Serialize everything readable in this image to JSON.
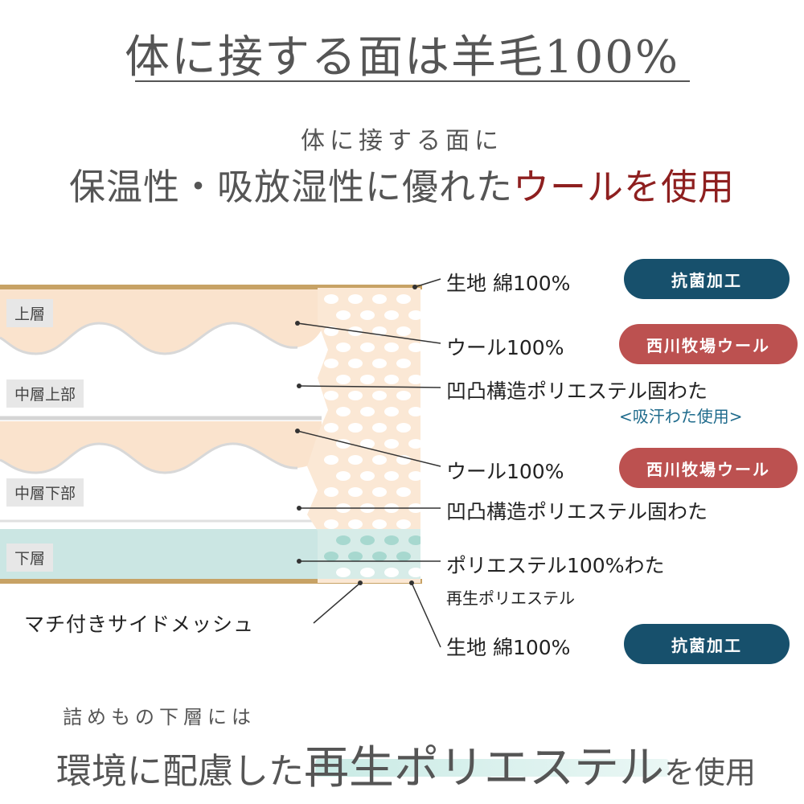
{
  "title": "体に接する面は羊毛100%",
  "intro": {
    "line1": "体に接する面に",
    "line2_prefix": "保温性・吸放湿性に優れた",
    "line2_accent": "ウールを使用"
  },
  "layers": [
    {
      "label": "上層"
    },
    {
      "label": "中層上部"
    },
    {
      "label": "中層下部"
    },
    {
      "label": "下層"
    }
  ],
  "specs": {
    "top_fabric": {
      "text": "生地 綿100%",
      "badge": "抗菌加工"
    },
    "wool_top": {
      "text": "ウール100%",
      "badge": "西川牧場ウール"
    },
    "mid_top_fill": {
      "text": "凹凸構造ポリエステル固わた",
      "note": "<吸汗わた使用>"
    },
    "wool_bottom": {
      "text": "ウール100%",
      "badge": "西川牧場ウール"
    },
    "mid_bottom_fill": {
      "text": "凹凸構造ポリエステル固わた"
    },
    "bottom_fill": {
      "text": "ポリエステル100%わた",
      "note": "再生ポリエステル"
    },
    "bottom_fabric": {
      "text": "生地 綿100%",
      "badge": "抗菌加工"
    }
  },
  "side_mesh_label": "マチ付きサイドメッシュ",
  "outro": {
    "line1": "詰めもの下層には",
    "line2_prefix": "環境に配慮した",
    "line2_highlight": "再生ポリエステル",
    "line2_suffix": "を使用"
  },
  "colors": {
    "wool": "#fae3cd",
    "mesh": "#fbe8d5",
    "bottom_layer": "#cbe6e3",
    "fabric_border": "#c7a265",
    "badge_blue": "#17506c",
    "badge_red": "#bc5150",
    "accent_red": "#8e1f1f",
    "note_blue": "#1f6b8c"
  }
}
